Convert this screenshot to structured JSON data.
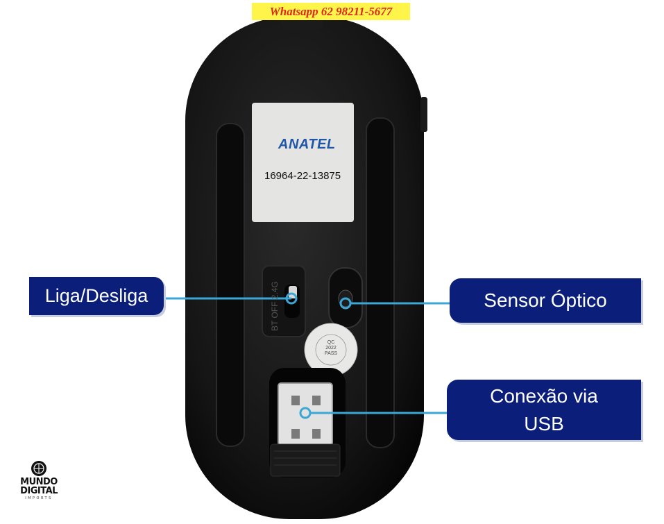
{
  "watermark": {
    "text": "Whatsapp 62 98211-5677"
  },
  "sticker": {
    "brand": "ANATEL",
    "code": "16964-22-13875"
  },
  "switch_marking": "BT OFF 2.4G",
  "qc_seal": {
    "line1": "QC",
    "line2": "2022",
    "line3": "PASS"
  },
  "callouts": {
    "power_switch": "Liga/Desliga",
    "optical_sensor": "Sensor Óptico",
    "usb_line1": "Conexão via",
    "usb_line2": "USB"
  },
  "brand": {
    "line1": "MUNDO",
    "line2": "DIGITAL",
    "line3": "IMPORTS"
  },
  "colors": {
    "callout_bg": "#0b1f7a",
    "leader_line": "#3aa7d6",
    "watermark_bg": "#fff44a",
    "watermark_text": "#e0261c",
    "mouse_body": "#111111"
  }
}
